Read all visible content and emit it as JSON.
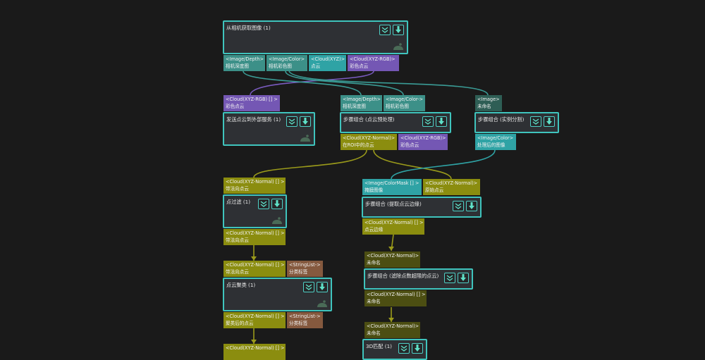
{
  "nodes": {
    "capture": {
      "title": "从相机获取图像 (1)"
    },
    "send": {
      "title": "发送点云到外部服务 (1)"
    },
    "preprocess": {
      "title": "步骤组合 (点云预处理)"
    },
    "instance_seg": {
      "title": "步骤组合 (实例分割)"
    },
    "filter": {
      "title": "点过滤 (1)"
    },
    "edge": {
      "title": "步骤组合 (提取点云边缘)"
    },
    "cluster": {
      "title": "点云聚类 (1)"
    },
    "remove_noise": {
      "title": "步骤组合 (滤除点数超限的点云)"
    },
    "match3d": {
      "title": "3D匹配 (1)"
    }
  },
  "ports": {
    "cap_out_depth": {
      "type": "<Image/Depth>",
      "name": "相机深度图"
    },
    "cap_out_color": {
      "type": "<Image/Color>",
      "name": "相机彩色图"
    },
    "cap_out_xyz": {
      "type": "<Cloud(XYZ)>",
      "name": "点云"
    },
    "cap_out_rgb": {
      "type": "<Cloud(XYZ-RGB)>",
      "name": "彩色点云"
    },
    "send_in": {
      "type": "<Cloud(XYZ-RGB) [] >",
      "name": "彩色点云"
    },
    "pre_in_depth": {
      "type": "<Image/Depth>",
      "name": "相机深度图"
    },
    "pre_in_color": {
      "type": "<Image/Color->",
      "name": "相机彩色图"
    },
    "pre_out_normal": {
      "type": "<Cloud(XYZ-Normal)>",
      "name": "在ROI中的点云"
    },
    "pre_out_rgb": {
      "type": "<Cloud(XYZ-RGB)>",
      "name": "彩色点云"
    },
    "seg_in": {
      "type": "<Image>",
      "name": "未命名"
    },
    "seg_out": {
      "type": "<Image/Color>",
      "name": "处理后的图像"
    },
    "filter_in": {
      "type": "<Cloud(XYZ-Normal) [] >",
      "name": "带法向点云"
    },
    "filter_out": {
      "type": "<Cloud(XYZ-Normal) [] >",
      "name": "带法向点云"
    },
    "edge_in_mask": {
      "type": "<Image/ColorMask [] >",
      "name": "掩膜图像"
    },
    "edge_in_normal": {
      "type": "<Cloud(XYZ-Normal)>",
      "name": "原始点云"
    },
    "edge_out": {
      "type": "<Cloud(XYZ-Normal) [] >",
      "name": "点云边缘"
    },
    "cluster_in_normal": {
      "type": "<Cloud(XYZ-Normal) [] >",
      "name": "带法向点云"
    },
    "cluster_in_labels": {
      "type": "<StringList->",
      "name": "分类标签"
    },
    "cluster_out_normal": {
      "type": "<Cloud(XYZ-Normal) [] >",
      "name": "聚类后的点云"
    },
    "cluster_out_labels": {
      "type": "<StringList->",
      "name": "分类标签"
    },
    "noise_in": {
      "type": "<Cloud(XYZ-Normal)>",
      "name": "未命名"
    },
    "noise_out": {
      "type": "<Cloud(XYZ-Normal) [] >",
      "name": "未命名"
    },
    "match_in": {
      "type": "<Cloud(XYZ-Normal)>",
      "name": "未命名"
    },
    "bottom_in": {
      "type": "<Cloud(XYZ-Normal) [] >",
      "name": ""
    }
  },
  "colors": {
    "background": "#1a1a1a",
    "node_border": "#3fc4bd",
    "wire_teal": "#3a9c96",
    "wire_olive": "#9a9a1a",
    "wire_purple": "#7a5bc0",
    "wire_cyan": "#2fa3a5"
  },
  "icons": {
    "collapse": "chevron-down-icon",
    "run": "run-arrow-icon",
    "camera": "camera-icon"
  }
}
